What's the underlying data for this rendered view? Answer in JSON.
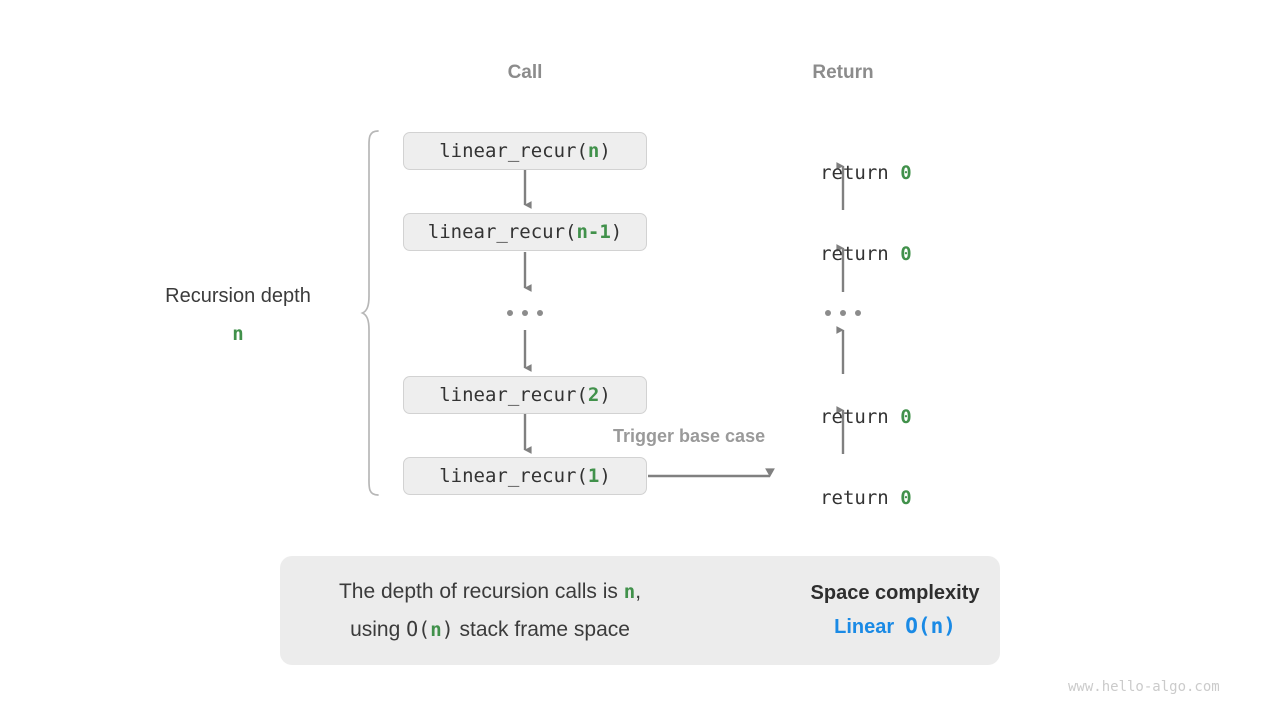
{
  "colors": {
    "accent_green": "#41914b",
    "accent_blue": "#1a8ae5",
    "line_gray": "#808080",
    "muted_gray": "#8c8c8c",
    "box_fill": "#eeeeee",
    "box_border": "#d2d2d2",
    "panel_fill": "#ececec",
    "text_dark": "#333333",
    "watermark_gray": "#cbcbcb"
  },
  "headers": {
    "call": "Call",
    "return": "Return"
  },
  "depth": {
    "label": "Recursion depth",
    "value": "n"
  },
  "call_stack": [
    {
      "prefix": "linear_recur(",
      "arg": "n",
      "suffix": ")"
    },
    {
      "prefix": "linear_recur(",
      "arg": "n-1",
      "suffix": ")"
    },
    {
      "ellipsis": true
    },
    {
      "prefix": "linear_recur(",
      "arg": "2",
      "suffix": ")"
    },
    {
      "prefix": "linear_recur(",
      "arg": "1",
      "suffix": ")"
    }
  ],
  "return_stack": [
    {
      "text": "return ",
      "value": "0"
    },
    {
      "text": "return ",
      "value": "0"
    },
    {
      "ellipsis": true
    },
    {
      "text": "return ",
      "value": "0"
    },
    {
      "text": "return ",
      "value": "0"
    }
  ],
  "annotations": {
    "trigger_base_case": "Trigger base case"
  },
  "summary": {
    "line1_a": "The depth of recursion calls is ",
    "line1_n": "n",
    "line1_b": ",",
    "line2_a": "using ",
    "line2_o": "O(",
    "line2_n": "n",
    "line2_c": ")",
    "line2_b": " stack frame space",
    "arrow_icon": "right-block-arrow-icon",
    "title": "Space complexity",
    "value_word": "Linear",
    "value_bigo": "O(n)"
  },
  "watermark": "www.hello-algo.com"
}
